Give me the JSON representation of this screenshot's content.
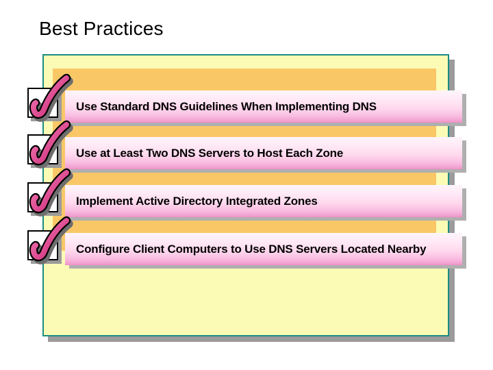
{
  "slide": {
    "title": "Best Practices"
  },
  "list": {
    "items": [
      {
        "icon": "checkmark-icon",
        "label": "Use Standard DNS Guidelines When Implementing DNS"
      },
      {
        "icon": "checkmark-icon",
        "label": "Use at Least Two DNS Servers to Host Each Zone"
      },
      {
        "icon": "checkmark-icon",
        "label": "Implement Active Directory Integrated Zones"
      },
      {
        "icon": "checkmark-icon",
        "label": "Configure Client Computers to Use DNS Servers Located Nearby"
      }
    ]
  },
  "colors": {
    "panel_fill": "#FBFBB6",
    "panel_border_teal": "#1A8C82",
    "inner_orange": "#FAC767",
    "bar_pink_top": "#FEF4FA",
    "bar_pink_bottom": "#EE8FC5",
    "check_pink_light": "#F584BC",
    "check_pink_dark": "#C81E6E",
    "shadow_gray": "#9B9B9B",
    "text": "#000000"
  }
}
